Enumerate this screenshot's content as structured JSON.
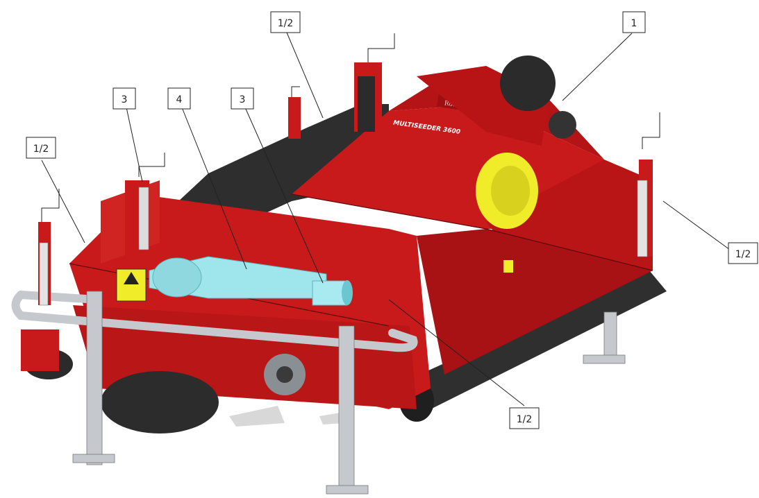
{
  "callouts": [
    {
      "id": "c1",
      "label": "1"
    },
    {
      "id": "c2",
      "label": "1/2"
    },
    {
      "id": "c3",
      "label": "3"
    },
    {
      "id": "c4",
      "label": "4"
    },
    {
      "id": "c5",
      "label": "3"
    },
    {
      "id": "c6",
      "label": "1/2"
    },
    {
      "id": "c7",
      "label": "1/2"
    },
    {
      "id": "c8",
      "label": "1/2"
    }
  ],
  "colors": {
    "body": "#c8191b",
    "body_dark": "#8e1012",
    "body_light": "#e03a35",
    "black": "#2b2b2b",
    "roller": "#303030",
    "shaft": "#8fe6ee",
    "yellow": "#f1ec2a",
    "steel": "#bfc3c7"
  },
  "machine": {
    "brand_plate": "Rodentas",
    "model_decal": "MULTISEEDER 3600"
  }
}
